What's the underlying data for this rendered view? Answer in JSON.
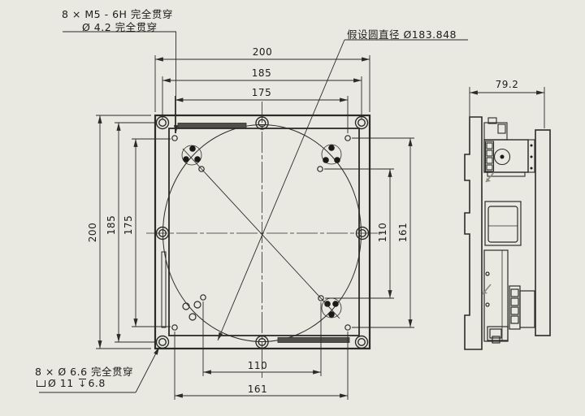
{
  "drawing": {
    "notes": {
      "thread_note_line1": "8 × M5 - 6H 完全贯穿",
      "thread_note_line2": "Ø 4.2 完全贯穿",
      "circle_diameter_note": "假设圆直径 Ø183.848",
      "cbore_note_line1": "8 × Ø 6.6 完全贯穿",
      "cbore_note_hole": "Ø 11",
      "cbore_note_depth_arrow": "↓",
      "cbore_note_depth": "6.8"
    },
    "dimensions": {
      "top": [
        "200",
        "185",
        "175"
      ],
      "left": [
        "200",
        "185",
        "175"
      ],
      "right": [
        "110",
        "161"
      ],
      "bottom": [
        "110",
        "161"
      ],
      "side_width": "79.2"
    },
    "colors": {
      "background": "#e9e9e1",
      "line": "#2b2b28",
      "slot_fill": "#50504a",
      "hidden_arrow": "#8a8a82"
    }
  }
}
